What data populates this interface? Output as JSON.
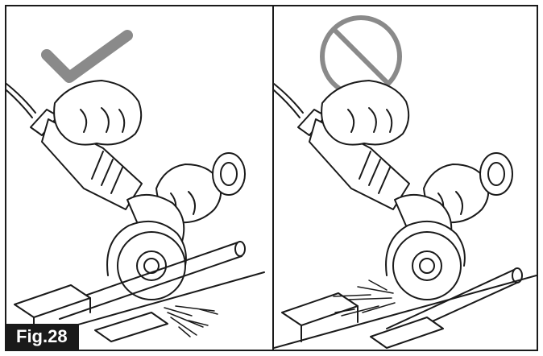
{
  "figure": {
    "label": "Fig.28",
    "label_bg": "#1a1a1a",
    "label_fg": "#ffffff"
  },
  "panels": [
    {
      "id": "correct",
      "indicator": "check-mark-icon",
      "indicator_color": "#8a8a8a"
    },
    {
      "id": "incorrect",
      "indicator": "prohibited-icon",
      "indicator_color": "#8a8a8a"
    }
  ],
  "colors": {
    "line": "#1a1a1a",
    "symbol": "#8a8a8a"
  }
}
